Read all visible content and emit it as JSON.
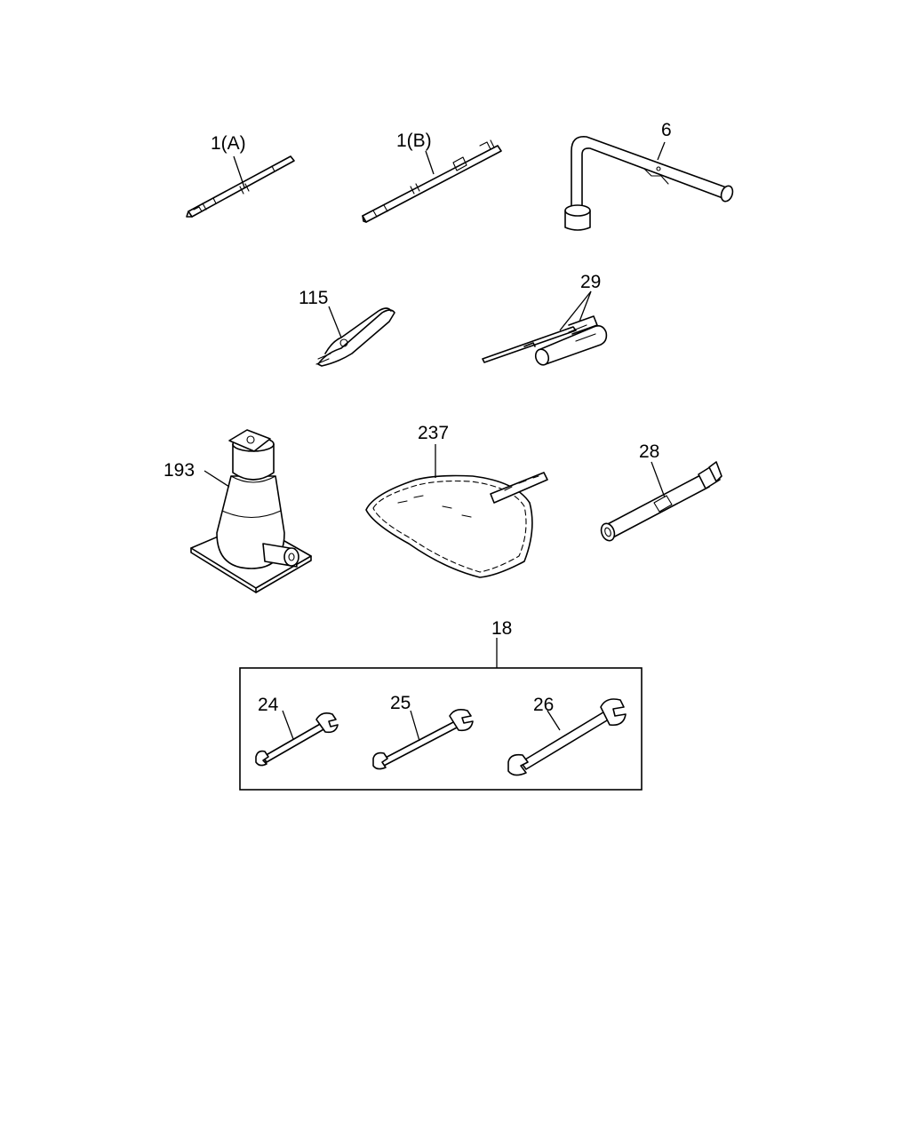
{
  "labels": {
    "part_1a": "1(A)",
    "part_1b": "1(B)",
    "part_6": "6",
    "part_115": "115",
    "part_29": "29",
    "part_193": "193",
    "part_237": "237",
    "part_28": "28",
    "part_18": "18",
    "part_24": "24",
    "part_25": "25",
    "part_26": "26"
  }
}
